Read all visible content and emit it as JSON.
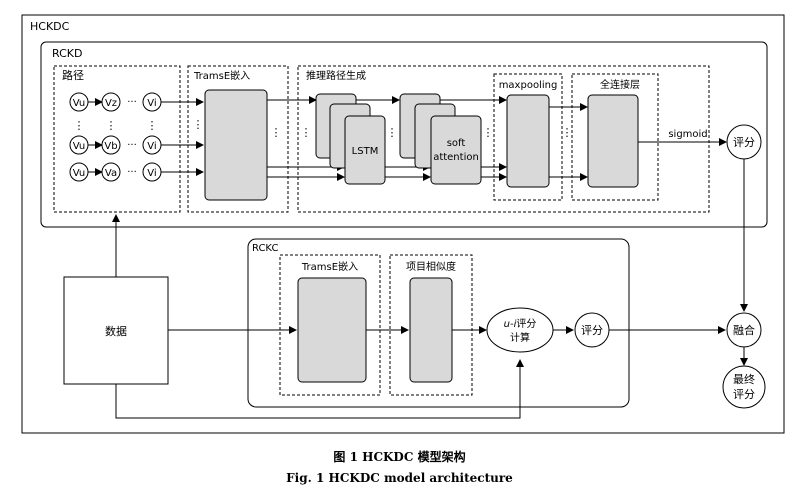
{
  "hckdc": {
    "title": "HCKDC"
  },
  "rckd": {
    "title": "RCKD",
    "path": {
      "title": "路径",
      "rows": [
        [
          "Vu",
          "Vz",
          "Vi"
        ],
        [
          "Vu",
          "Vb",
          "Vi"
        ],
        [
          "Vu",
          "Va",
          "Vi"
        ]
      ],
      "hdots": "···",
      "vdots": "⋮"
    },
    "transe_title": "TramsE嵌入",
    "reasoning_title": "推理路径生成",
    "lstm_label": "LSTM",
    "attention_label_1": "soft",
    "attention_label_2": "attention",
    "maxpooling_title": "maxpooling",
    "fc_title": "全连接层",
    "sigmoid_label": "sigmoid"
  },
  "rckc": {
    "title": "RCKC",
    "transe_title": "TramsE嵌入",
    "similarity_title": "项目相似度",
    "ui_score_prefix": "u-i",
    "ui_score_suffix": "评分",
    "ui_score_line2": "计算",
    "score_label": "评分"
  },
  "data_label": "数据",
  "rckd_score_label": "评分",
  "fusion_label": "融合",
  "final_score_line1": "最终",
  "final_score_line2": "评分",
  "caption": {
    "cn": "图 1    HCKDC 模型架构",
    "en": "Fig. 1    HCKDC model architecture"
  }
}
